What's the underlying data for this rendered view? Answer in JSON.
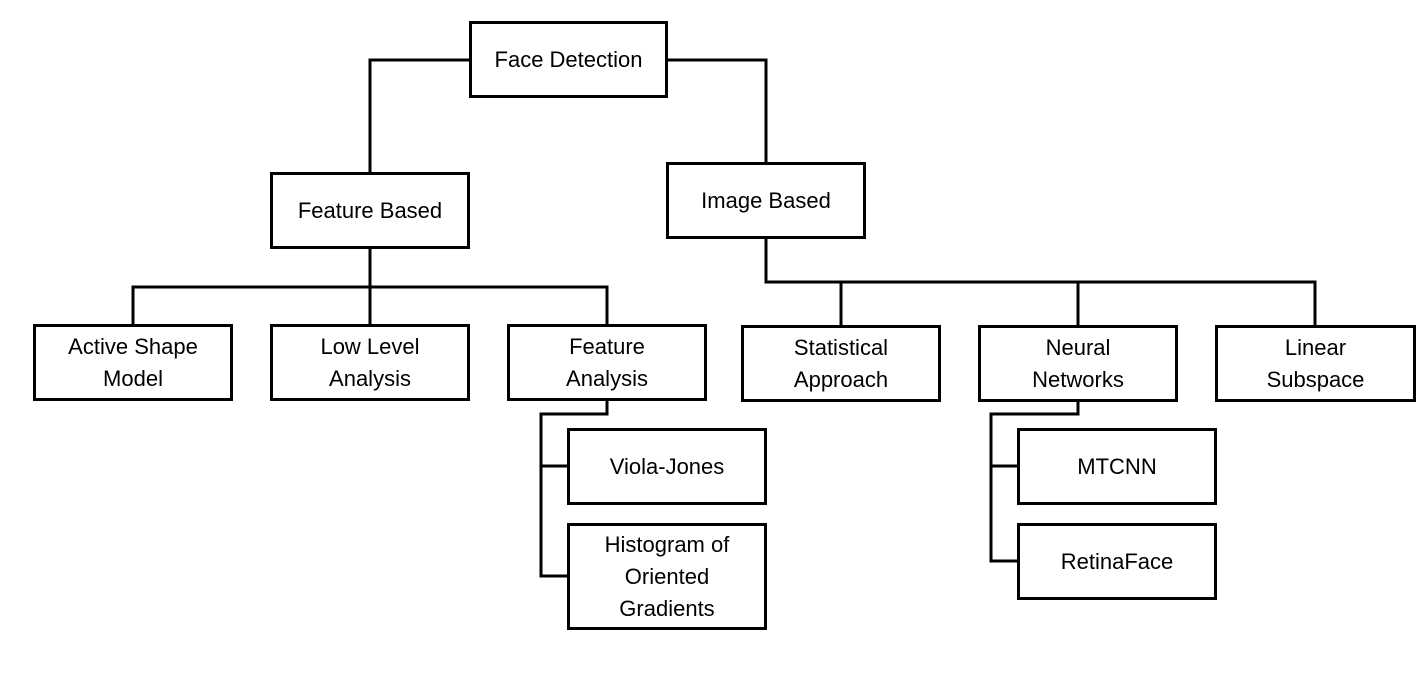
{
  "diagram": {
    "root": "Face Detection",
    "feature_based": "Feature Based",
    "image_based": "Image Based",
    "active_shape_model": "Active Shape\nModel",
    "low_level_analysis": "Low Level\nAnalysis",
    "feature_analysis": "Feature\nAnalysis",
    "statistical_approach": "Statistical\nApproach",
    "neural_networks": "Neural\nNetworks",
    "linear_subspace": "Linear\nSubspace",
    "viola_jones": "Viola-Jones",
    "hog": "Histogram of\nOriented\nGradients",
    "mtcnn": "MTCNN",
    "retinaface": "RetinaFace"
  }
}
